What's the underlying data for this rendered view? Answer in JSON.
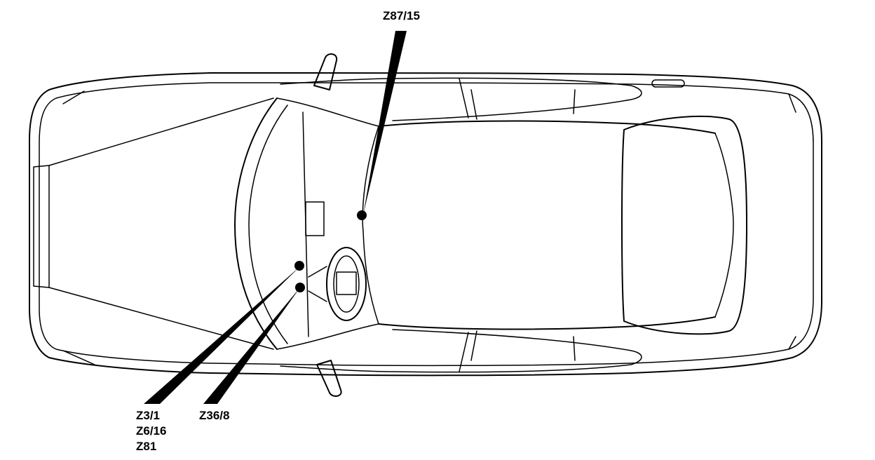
{
  "callouts": {
    "z87_15": "Z87/15",
    "z3_1": "Z3/1",
    "z6_16": "Z6/16",
    "z81": "Z81",
    "z36_8": "Z36/8"
  },
  "colors": {
    "line": "#000000",
    "background": "#ffffff"
  }
}
